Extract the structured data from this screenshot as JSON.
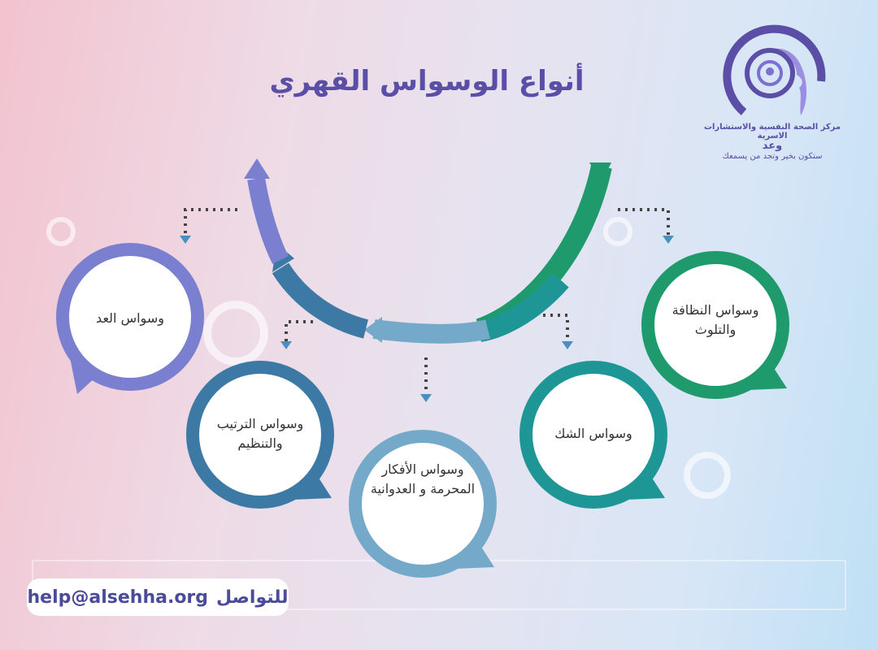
{
  "title": "أنواع الوسواس القهري",
  "logo": {
    "name": "مركز الصحة النفسية والاستشارات الاسرية",
    "brand": "وعد",
    "tagline": "ستكون بخير وتجد من يسمعك"
  },
  "types": [
    {
      "label": "وسواس العد",
      "color": "#7b7fcf"
    },
    {
      "label": "وسواس الترتيب والتنظيم",
      "color": "#3c7aa5"
    },
    {
      "label": "وسواس الأفكار المحرمة و العدوانية",
      "color": "#74a9c9"
    },
    {
      "label": "وسواس الشك",
      "color": "#1f9696"
    },
    {
      "label": "وسواس النظافة والتلوث",
      "color": "#1f9a6c"
    }
  ],
  "contact": {
    "label": "للتواصل",
    "email": "help@alsehha.org"
  }
}
